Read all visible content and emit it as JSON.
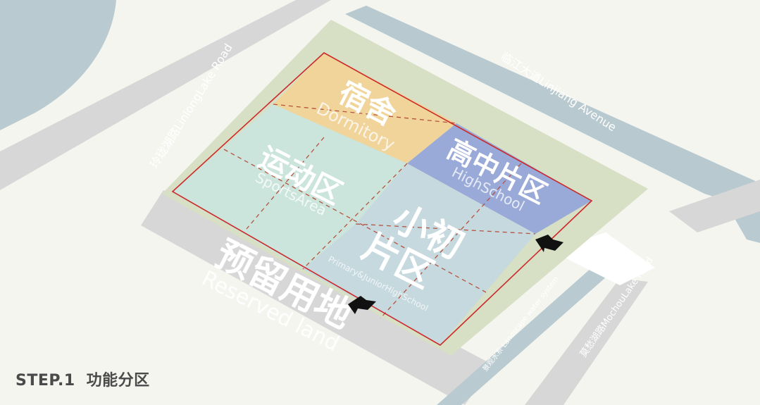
{
  "step": {
    "label": "STEP.1",
    "title": "功能分区"
  },
  "zones": {
    "dormitory": {
      "cn": "宿舍",
      "en": "Dormitory"
    },
    "sports": {
      "cn": "运动区",
      "en": "SportsArea"
    },
    "high": {
      "cn": "高中片区",
      "en": "HighSchool"
    },
    "primary": {
      "cn_1": "小初",
      "cn_2": "片区",
      "en": "Primary&JuniorHighSchool"
    },
    "reserved": {
      "cn": "预留用地",
      "en": "Reserved land"
    }
  },
  "roads": {
    "linlong": "玲珑湖路LinlongLake Road",
    "linjiang": "临江大道Linjiang Avenue",
    "mochou": "莫愁湖路MochouLake Road",
    "water": "景观水系  Landscape water system"
  },
  "colors": {
    "background": "#f5f5ef",
    "water": "#b9cbd0",
    "road": "#d5d5d5",
    "green": "#d7dfc4",
    "dormitory": "#f0d49a",
    "sports": "#cbe5dc",
    "high": "#9aaad8",
    "primary": "#c6d9df",
    "boundary": "#cc2a2a"
  }
}
